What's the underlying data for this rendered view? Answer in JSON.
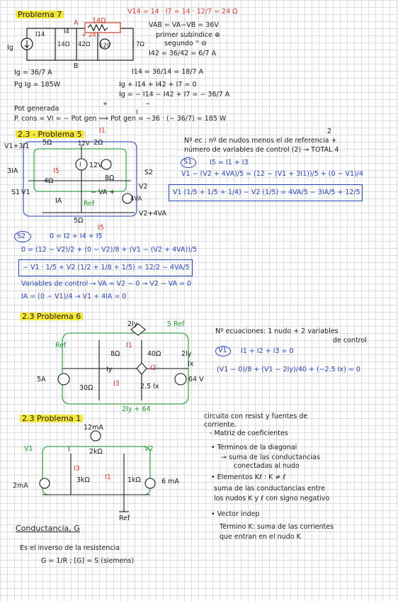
{
  "colors": {
    "ink": "#1b1b1b",
    "red": "#d43a2c",
    "blue": "#2744b8",
    "green": "#1f9a2a",
    "highlight": "#f5e63a",
    "grid": "#d9dde3"
  },
  "p7": {
    "title": "Problema 7",
    "r14": "14Ω",
    "i14": "I14",
    "i4": "I4",
    "node_a": "A",
    "node_b": "B",
    "plus24": "+ 24 -",
    "i_src": "Ig",
    "r14b": "14Ω",
    "r42": "42Ω",
    "v12": "12V",
    "r7": "7Ω",
    "top_eq": "V14 = 14 · I7 = 14 · 12/7 = 24 Ω",
    "vab": "VAB = VA−VB = 36V",
    "primer": "primer subíndice ⊕",
    "segundo": "segundo     ''     ⊖",
    "i42": "I42 = 36/42 = 6/7 A",
    "ig": "Ig = 36/7 A",
    "i14eq": "I14 = 36/14 = 18/7 A",
    "sum1": "Ig + I14 + I42 + I7 = 0",
    "sum2": "Ig = − I14 − I42 + I7 = − 36/7 A",
    "pg": "Pg  Ig = 185W",
    "pot_gen": "Pot generada",
    "pcons": "P. cons = VI = − Pot gen  ⟹  Pot gen = −36 · (− 36/7) = 185 W",
    "plus": "+",
    "minus": "−",
    "i_label": "I"
  },
  "p5": {
    "title": "2.3 - Problema 5",
    "v1_3i1": "V1+3I1",
    "r5": "5Ω",
    "i1": "I1",
    "v12": "12V",
    "r2": "2Ω",
    "v12b": "12V",
    "i": "I",
    "ib": "I5",
    "r4": "4Ω",
    "r8": "8Ω",
    "va": "− VA +",
    "i3a": "3IA",
    "s1": "S1",
    "s2": "S2",
    "v1": "V1",
    "v2": "V2",
    "ia": "IA",
    "ref": "Ref",
    "r5b": "5Ω",
    "is": "I5",
    "v2_4va": "V2+4VA",
    "i4va": "4VA",
    "nec1": "Nº ec : nº de nudos menos el de referencia +",
    "nec2": "número de variables de control (2) → TOTAL 4",
    "two": "2",
    "s1_eq": "I5 = I1 + I3",
    "s1_line": "V1 − (V2 + 4VA)/5 = (12 − (V1 + 3I1))/5 + (0 − V1)/4",
    "boxed": "V1 (1/5 + 1/5 + 1/4) − V2 (1/5) = 4VA/5 − 3IA/5 + 12/5",
    "s2_eq": "0 = I2 + I4 + I5",
    "s2_line": "0 = (12 − V2)/2 + (0 − V2)/8 + (V1 − (V2 + 4VA))/5",
    "boxed2": "− V1 · 1/5 + V2 (1/2 + 1/8 + 1/5) = 12/2 − 4VA/5",
    "ctrl": "Variables de control → VA = V2 − 0 → V2 − VA = 0",
    "ia_eq": "IA = (0 − V1)/4 → V1 + 4IA = 0"
  },
  "p6": {
    "title": "2.3 Problema 6",
    "i2y": "2Iy",
    "sref": "S Ref",
    "plus_minus": "+   −",
    "ref": "Ref",
    "r8": "8Ω",
    "r40": "40Ω",
    "iy": "Iy",
    "ix": "Ix",
    "i2iy": "2Iy",
    "i3": "I3",
    "i2": "I2",
    "i1": "I1",
    "sa": "5A",
    "r30": "30Ω",
    "isrc": "2.5 Ix",
    "v64": "64 V",
    "bottom": "2Iy + 64",
    "neq": "Nº ecuaciones:  1 nudo + 2 variables",
    "neq2": "de control",
    "v1": "V1",
    "eq1": "I1 + I2 + I3 = 0",
    "eq2": "(V1 − 0)/8 + (V1 − 2Iy)/40 + (−2.5 Ix) = 0"
  },
  "p1": {
    "title": "2.3 Problema 1",
    "i12": "12mA",
    "v1": "V1",
    "v2": "V2",
    "r2k": "2kΩ",
    "i": "I",
    "i3": "I3",
    "il": "I1",
    "r3k": "3kΩ",
    "r1k": "1kΩ",
    "ma2": "2mA",
    "ma6": "6 mA",
    "ref": "Ref",
    "c1": "circuito con resist y fuentes de",
    "c2": "corriente.",
    "c3": "- Matriz de coeficientes",
    "c4": "• Términos de la diagonal",
    "c5": "→ suma de las conductancias",
    "c6": "conectadas al nudo",
    "c7": "• Elementos Kℓ : K ≠ ℓ",
    "c8": "suma de las conductancias entre",
    "c9": "los nudos K y ℓ con signo negativo",
    "c10": "• Vector indep",
    "c11": "Término K: suma de las corrientes",
    "c12": "que entran en el nudo K"
  },
  "cond": {
    "title": "Conductancia, G",
    "l1": "Es el inverso de la resistencia",
    "l2": "G = 1/R ;  [G] = S (siemens)"
  }
}
